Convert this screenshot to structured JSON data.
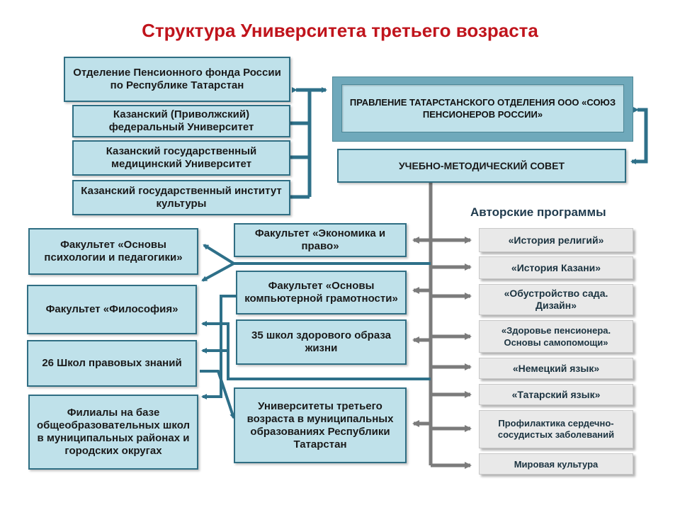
{
  "title": "Структура Университета третьего возраста",
  "partners": [
    "Отделение Пенсионного фонда России по Республике Татарстан",
    "Казанский (Приволжский) федеральный Университет",
    "Казанский государственный медицинский Университет",
    "Казанский государственный институт культуры"
  ],
  "board": "ПРАВЛЕНИЕ ТАТАРСТАНСКОГО ОТДЕЛЕНИЯ ООО «СОЮЗ ПЕНСИОНЕРОВ РОССИИ»",
  "council": "УЧЕБНО-МЕТОДИЧЕСКИЙ СОВЕТ",
  "programs_heading": "Авторские программы",
  "left_faculties": [
    "Факультет «Основы психологии и педагогики»",
    "Факультет «Философия»",
    "26 Школ правовых знаний",
    "Филиалы на базе общеобразовательных школ в муниципальных районах и городских округах"
  ],
  "mid_faculties": [
    "Факультет «Экономика и право»",
    "Факультет «Основы компьютерной грамотности»",
    "35 школ здорового образа жизни",
    "Университеты третьего возраста в муниципальных образованиях Республики Татарстан"
  ],
  "programs": [
    "«История религий»",
    "«История Казани»",
    "«Обустройство сада. Дизайн»",
    "«Здоровье пенсионера. Основы самопомощи»",
    "«Немецкий язык»",
    "«Татарский язык»",
    "Профилактика сердечно-сосудистых заболеваний",
    "Мировая культура"
  ],
  "colors": {
    "title": "#c0141c",
    "box_fill": "#bfe1ea",
    "box_border": "#2f6e83",
    "connector_blue": "#2e7089",
    "connector_gray": "#7b7b7b",
    "program_fill": "#e9e9e9"
  }
}
